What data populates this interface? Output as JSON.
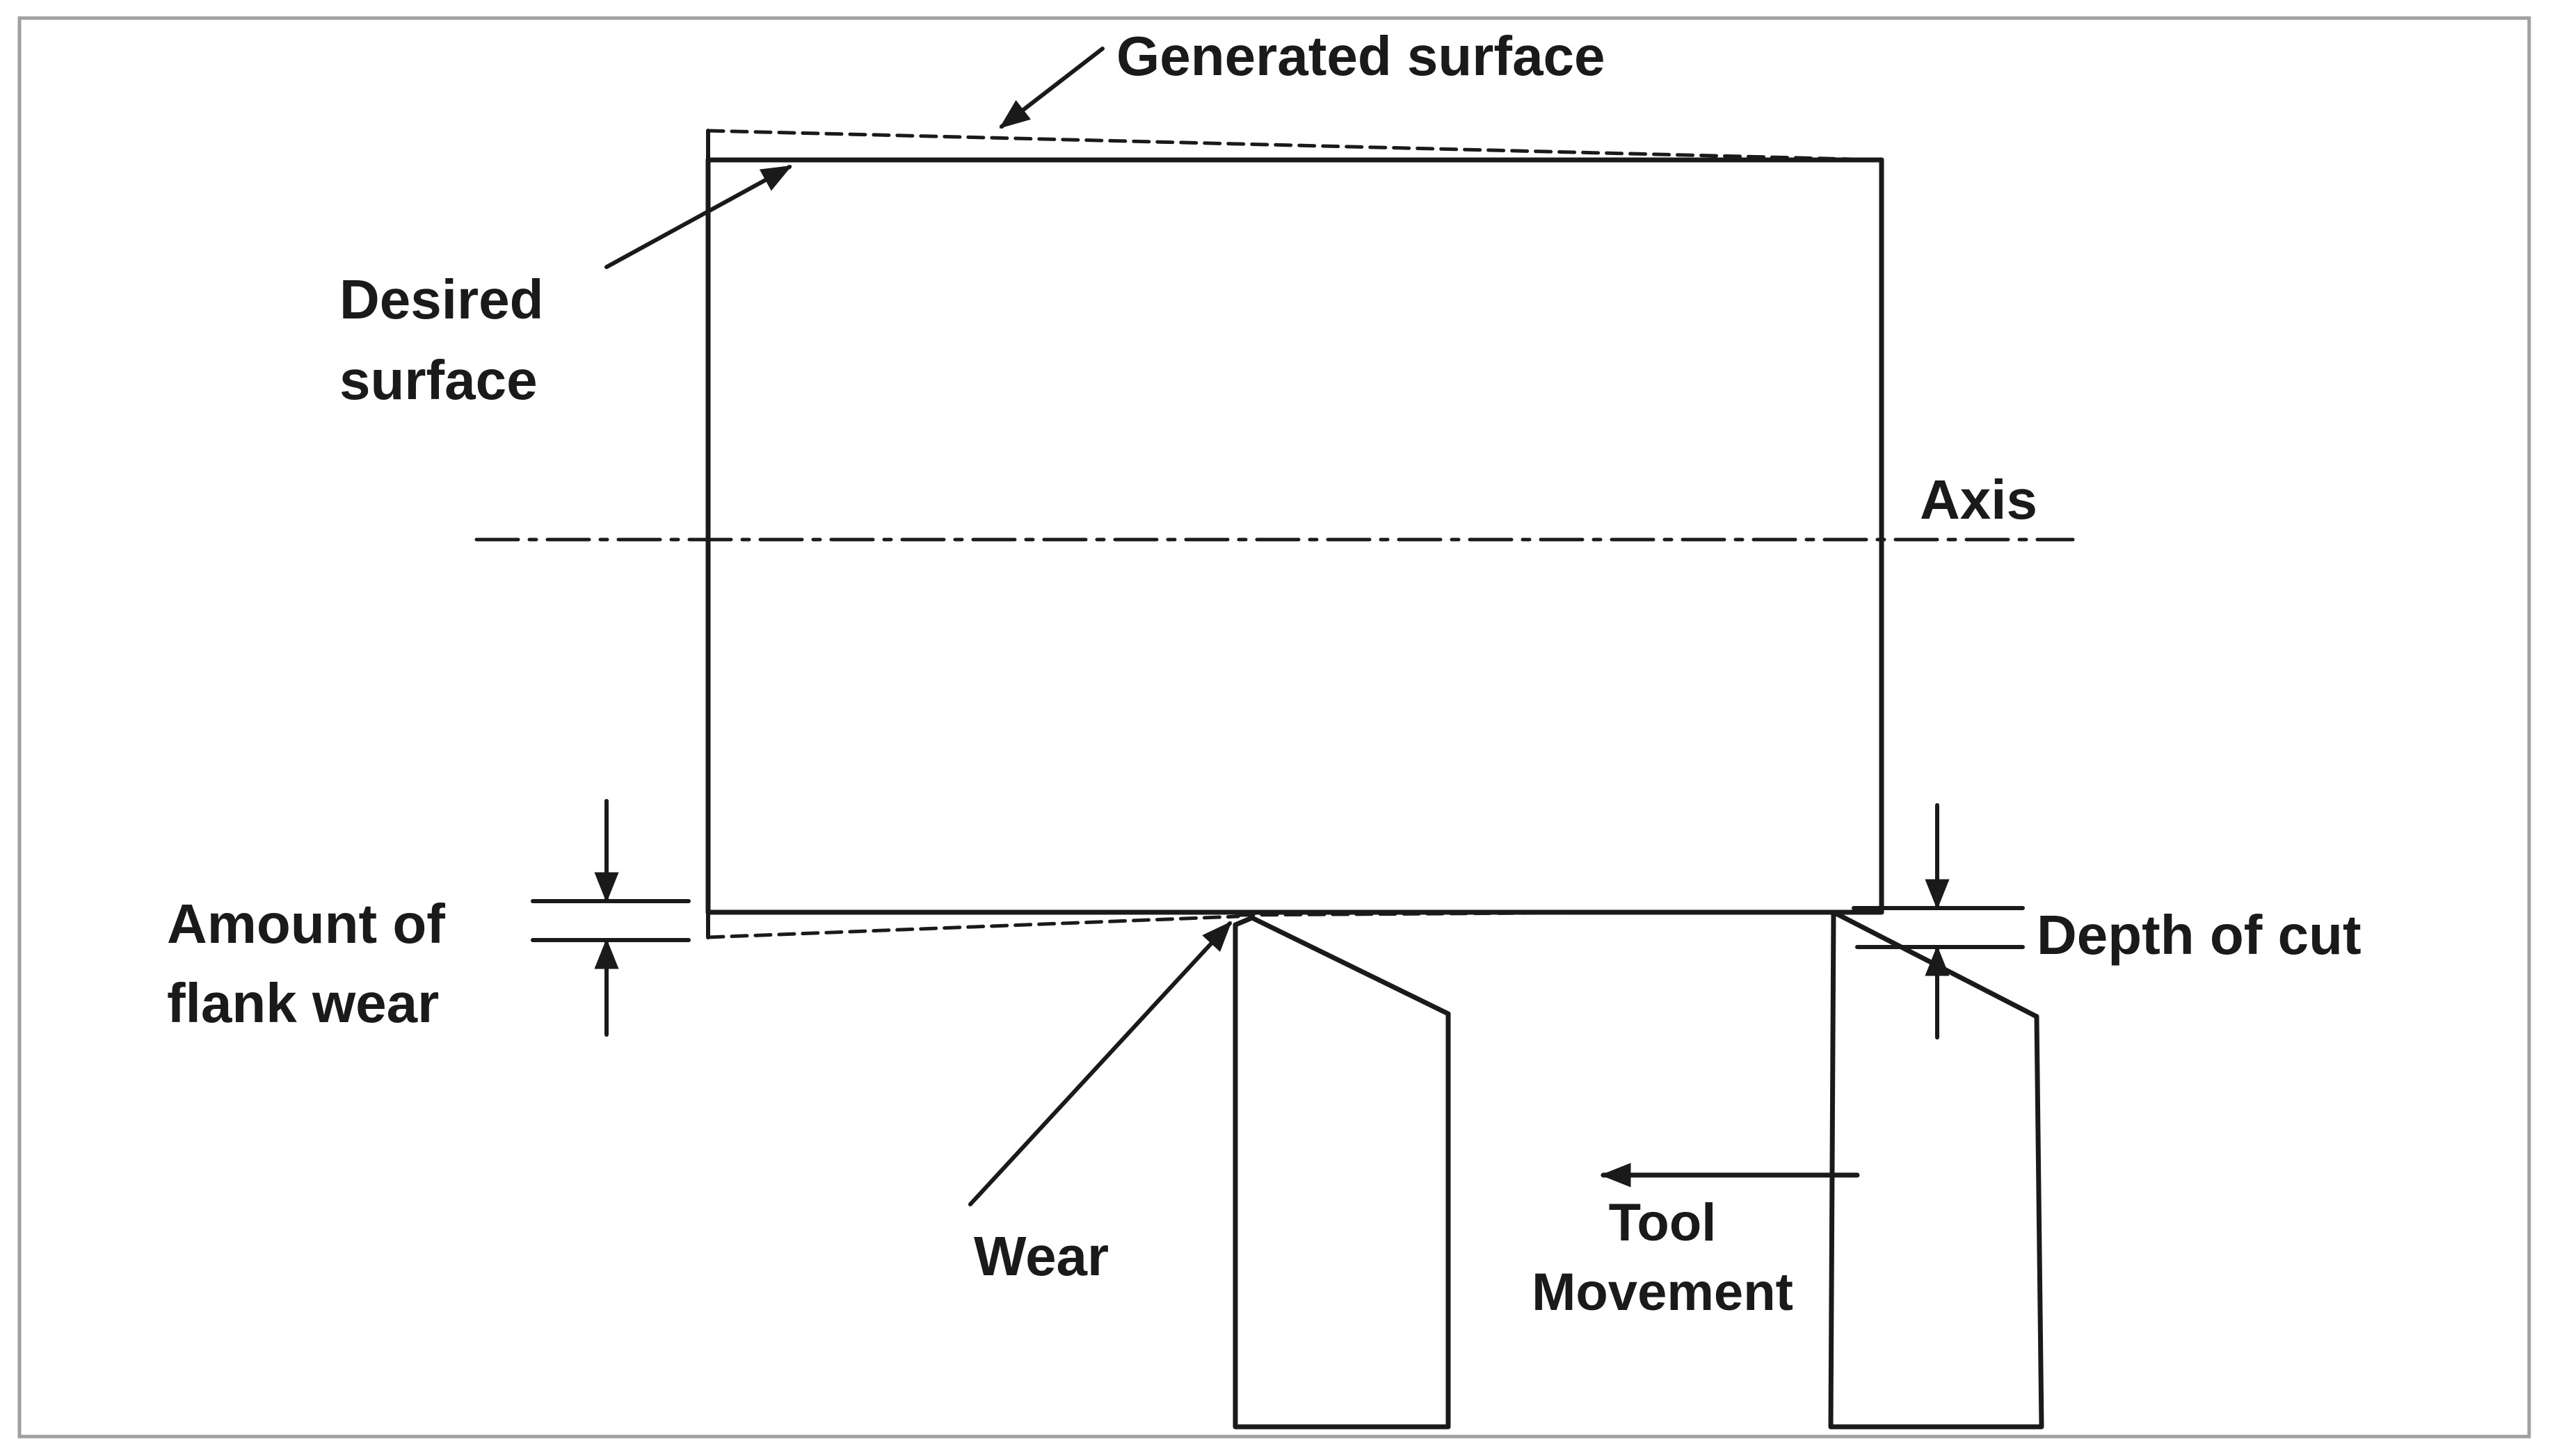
{
  "figure": {
    "labels": {
      "generated_surface": "Generated surface",
      "desired_surface_line1": "Desired",
      "desired_surface_line2": "surface",
      "axis": "Axis",
      "flank_wear_line1": "Amount of",
      "flank_wear_line2": "flank wear",
      "depth_of_cut": "Depth of cut",
      "wear": "Wear",
      "tool_movement_line1": "Tool",
      "tool_movement_line2": "Movement"
    },
    "colors": {
      "stroke": "#1a1a1a",
      "frame": "#a0a0a0",
      "background": "#ffffff"
    }
  }
}
